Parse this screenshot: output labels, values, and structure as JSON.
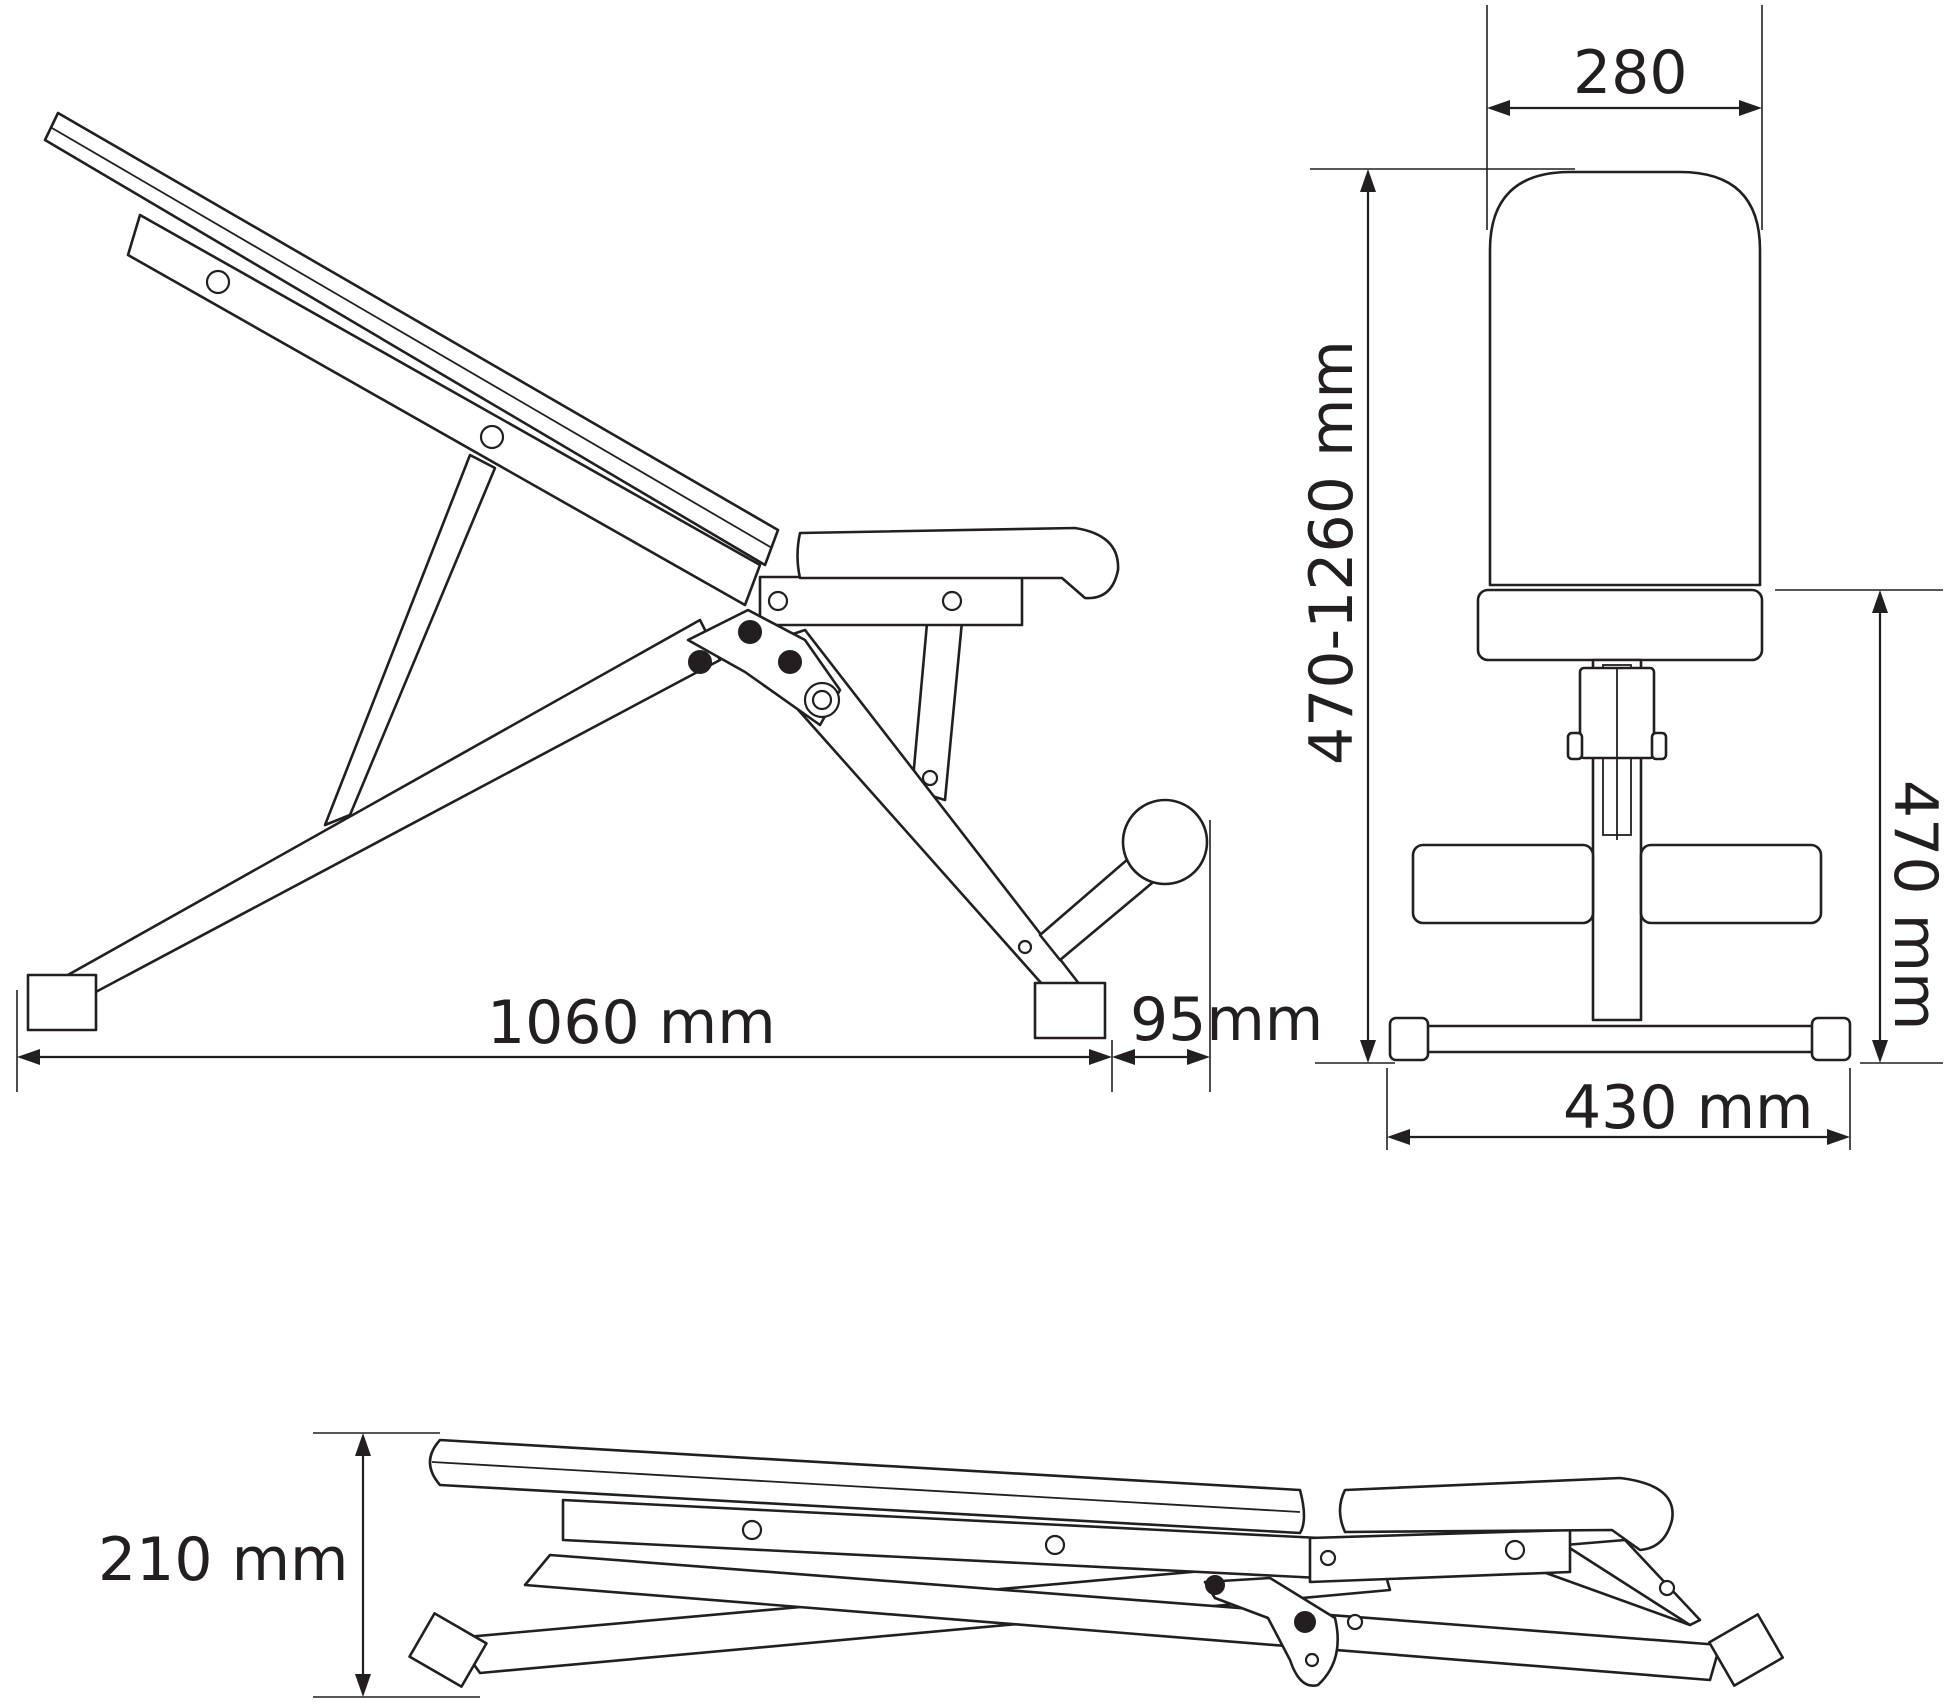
{
  "dimensions": {
    "side_total_length": "1060 mm",
    "side_roller_offset": "95mm",
    "front_backrest_width": "280",
    "front_height_range": "470-1260 mm",
    "front_seat_height": "470 mm",
    "front_base_width": "430 mm",
    "flat_height": "210 mm"
  }
}
